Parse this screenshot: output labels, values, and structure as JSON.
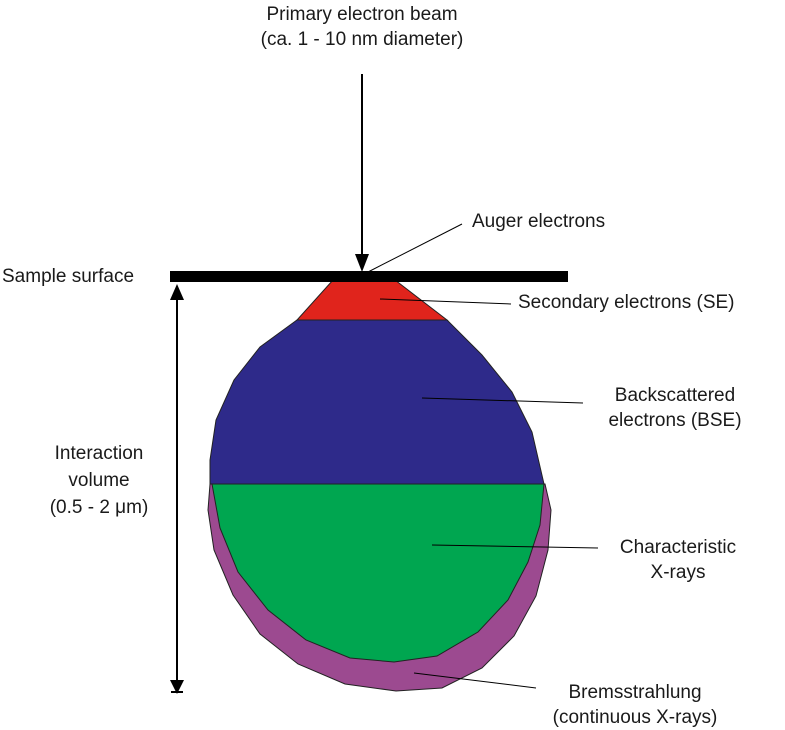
{
  "beam": {
    "line1": "Primary electron beam",
    "line2": "(ca. 1 - 10 nm diameter)"
  },
  "surface_label": "Sample surface",
  "auger_label": "Auger electrons",
  "se_label": "Secondary electrons (SE)",
  "bse": {
    "line1": "Backscattered",
    "line2": "electrons (BSE)"
  },
  "volume": {
    "line1": "Interaction",
    "line2": "volume",
    "line3": "(0.5 - 2 μm)"
  },
  "xray": {
    "line1": "Characteristic",
    "line2": "X-rays"
  },
  "brems": {
    "line1": "Bremsstrahlung",
    "line2": "(continuous X-rays)"
  },
  "colors": {
    "se": "#e0241c",
    "bse": "#2e2a8a",
    "xray": "#00a650",
    "brems": "#9c4a90",
    "surface": "#000000"
  }
}
